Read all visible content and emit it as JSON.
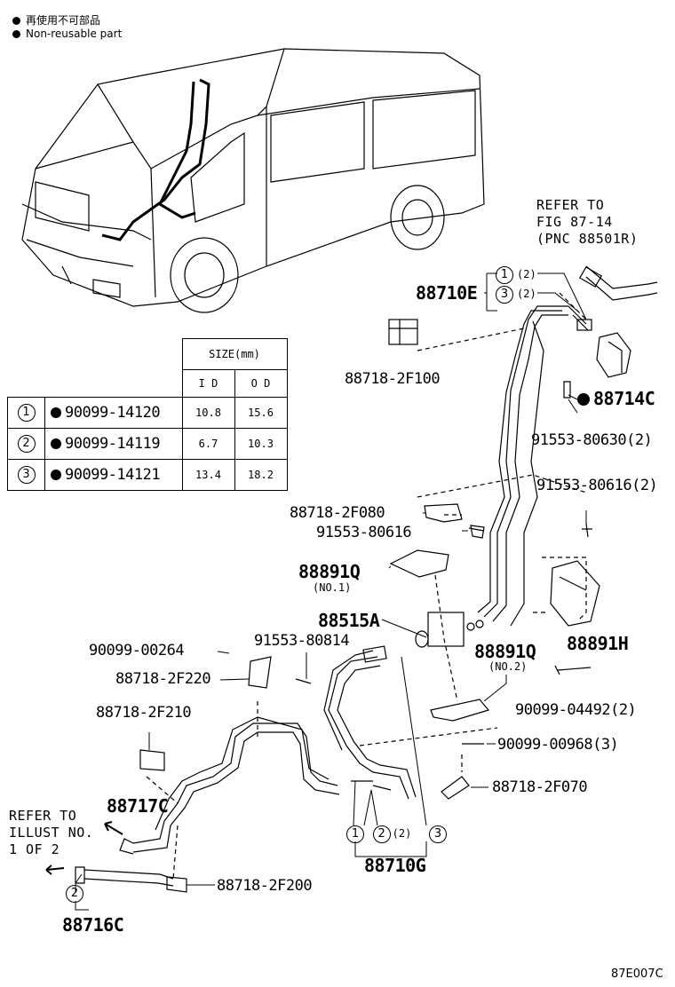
{
  "legend": {
    "jp": "再使用不可部品",
    "en": "Non-reusable part"
  },
  "size_table": {
    "header": "SIZE(mm)",
    "col_id": "I D",
    "col_od": "O D",
    "rows": [
      {
        "ref": "1",
        "part": "90099-14120",
        "id": "10.8",
        "od": "15.6"
      },
      {
        "ref": "2",
        "part": "90099-14119",
        "id": "6.7",
        "od": "10.3"
      },
      {
        "ref": "3",
        "part": "90099-14121",
        "id": "13.4",
        "od": "18.2"
      }
    ]
  },
  "refer_top": {
    "line1": "REFER TO",
    "line2": "FIG 87-14",
    "line3": "(PNC 88501R)"
  },
  "refer_left": {
    "line1": "REFER TO",
    "line2": "ILLUST NO.",
    "line3": "1 OF  2"
  },
  "labels": {
    "p88710E": "88710E",
    "p88718_2F100": "88718-2F100",
    "p88714C": "88714C",
    "p91553_80630": "91553-80630(2)",
    "p91553_80616_2": "91553-80616(2)",
    "p88718_2F080": "88718-2F080",
    "p91553_80616": "91553-80616",
    "p88891Q_1": "88891Q",
    "p88891Q_1_sub": "(NO.1)",
    "p88515A": "88515A",
    "p88891H": "88891H",
    "p90099_00264": "90099-00264",
    "p91553_80814": "91553-80814",
    "p88891Q_2": "88891Q",
    "p88891Q_2_sub": "(NO.2)",
    "p88718_2F220": "88718-2F220",
    "p90099_04492": "90099-04492(2)",
    "p88718_2F210": "88718-2F210",
    "p90099_00968": "90099-00968(3)",
    "p88718_2F070": "88718-2F070",
    "p88717C": "88717C",
    "p88718_2F200": "88718-2F200",
    "p88710G": "88710G",
    "p88716C": "88716C",
    "qty2": "(2)",
    "c1": "1",
    "c2": "2",
    "c3": "3"
  },
  "code": "87E007C"
}
